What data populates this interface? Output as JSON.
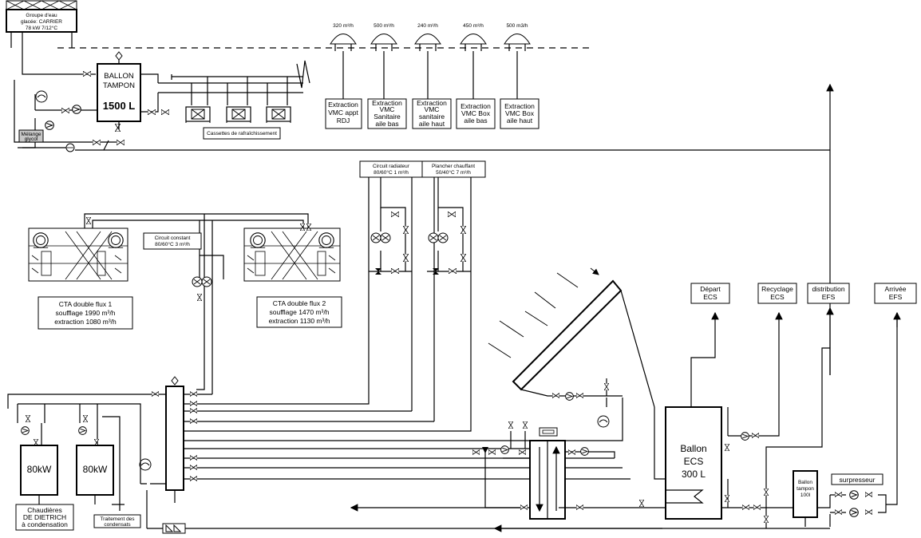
{
  "chiller": {
    "lines": [
      "Groupe d'eau",
      "glacée: CARRIER",
      "78 kW  7/12°C"
    ]
  },
  "buffer_tank": {
    "lines": [
      "BALLON",
      "TAMPON"
    ],
    "capacity": "1500 L"
  },
  "glycol_label": [
    "Mélange",
    "glycol"
  ],
  "cassettes_label": "Cassettes de rafraîchissement",
  "vmc_flows": [
    "320 m³/h",
    "500 m³/h",
    "240 m³/h",
    "450 m³/h",
    "500 m3/h"
  ],
  "vmc_extractions": [
    [
      "Extraction",
      "VMC appt",
      "RDJ"
    ],
    [
      "Extraction",
      "VMC",
      "Sanitaire",
      "aile bas"
    ],
    [
      "Extraction",
      "VMC",
      "sanitaire",
      "aile haut"
    ],
    [
      "Extraction",
      "VMC Box",
      "aile bas"
    ],
    [
      "Extraction",
      "VMC Box",
      "aile haut"
    ]
  ],
  "radiator_circuit": [
    "Circuit radiateur",
    "80/60°C  1 m³/h"
  ],
  "floor_heating": [
    "Plancher chauffant",
    "50/40°C 7 m³/h"
  ],
  "constant_circuit": [
    "Circuit constant",
    "80/60°C  3 m³/h"
  ],
  "cta1": [
    "CTA double flux 1",
    "soufflage 1990 m³/h",
    "extraction 1080 m³/h"
  ],
  "cta2": [
    "CTA double flux 2",
    "soufflage 1470 m³/h",
    "extraction 1130 m³/h"
  ],
  "outlets": [
    [
      "Départ",
      "ECS"
    ],
    [
      "Recyclage",
      "ECS"
    ],
    [
      "distribution",
      "EFS"
    ],
    [
      "Arrivée",
      "EFS"
    ]
  ],
  "boilers": [
    "80kW",
    "80kW"
  ],
  "boilers_label": [
    "Chaudières",
    "DE DIETRICH",
    "à condensation"
  ],
  "condensate_label": [
    "Traitement des",
    "condensats"
  ],
  "dhw_tank": [
    "Ballon",
    "ECS",
    "300 L"
  ],
  "small_tank": [
    "Ballon",
    "tampon",
    "100l"
  ],
  "booster": "surpresseur"
}
